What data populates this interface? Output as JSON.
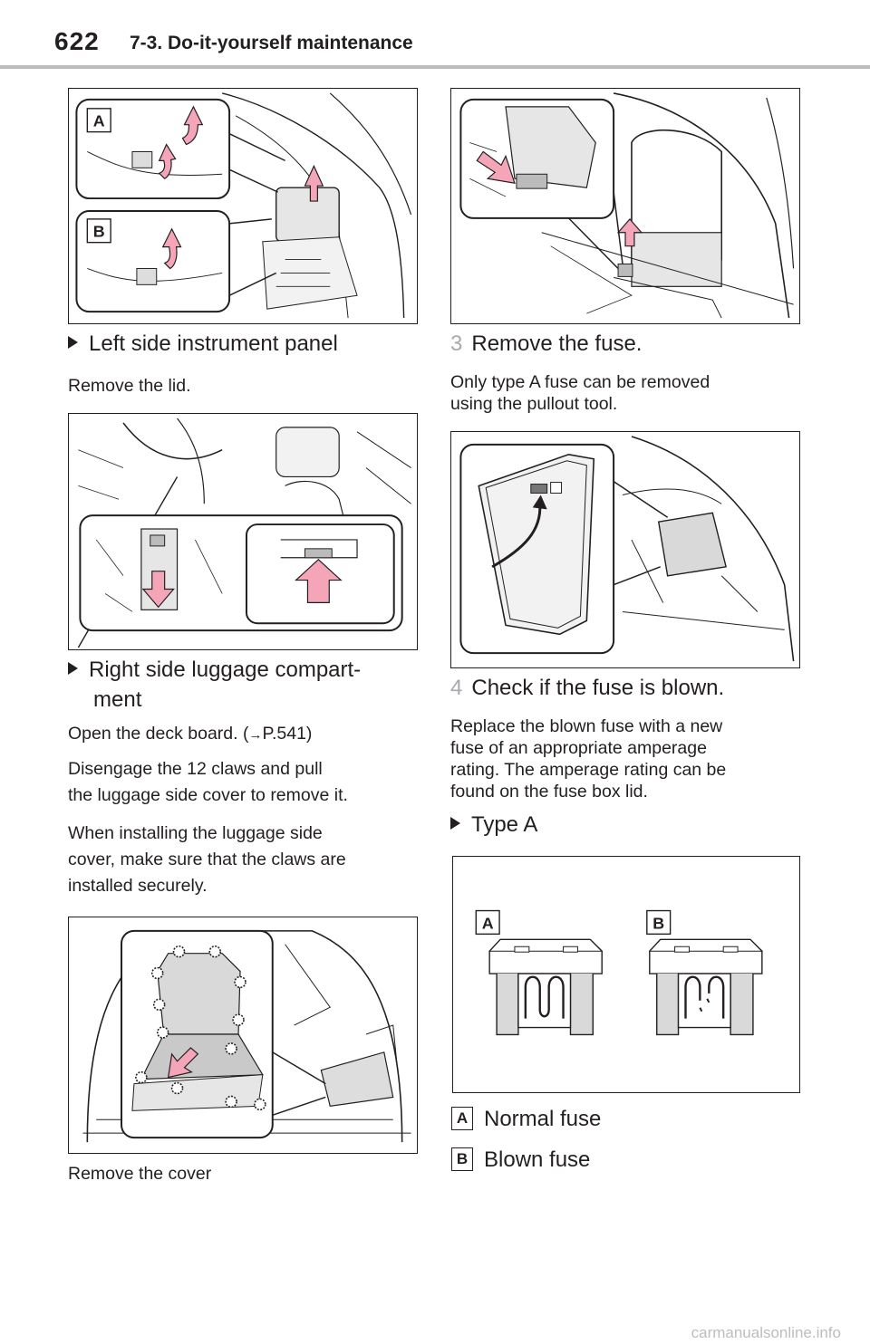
{
  "header": {
    "page_number": "622",
    "section_title": "7-3. Do-it-yourself maintenance"
  },
  "left_column": {
    "fig1": {
      "callouts": [
        "A",
        "B"
      ]
    },
    "heading_left_panel": "Left side instrument panel",
    "remove_lid": "Remove the lid.",
    "heading_luggage_line1": "Right side luggage compart-",
    "heading_luggage_line2": "ment",
    "open_deck_prefix": "Open the deck board. (",
    "open_deck_ref": "P.541)",
    "disengage_line1": "Disengage the 12 claws and pull",
    "disengage_line2": "the luggage side cover to remove it.",
    "install_line1": "When installing the luggage side",
    "install_line2": "cover, make sure that the claws are",
    "install_line3": "installed securely.",
    "caption_cover": "Remove the cover"
  },
  "right_column": {
    "step3_num": "3",
    "step3_text": "Remove the fuse.",
    "step3_note_line1": "Only type A fuse can be removed",
    "step3_note_line2": "using the pullout tool.",
    "step4_num": "4",
    "step4_text": "Check if the fuse is blown.",
    "step4_note_line1": "Replace the blown fuse with a new",
    "step4_note_line2": "fuse of an appropriate amperage",
    "step4_note_line3": "rating. The amperage rating can be",
    "step4_note_line4": "found on the fuse box lid.",
    "heading_type_a": "Type A",
    "fuse_figure": {
      "label_a": "A",
      "label_b": "B"
    },
    "legend": [
      {
        "key": "A",
        "text": "Normal fuse"
      },
      {
        "key": "B",
        "text": "Blown fuse"
      }
    ]
  },
  "footer": {
    "watermark": "carmanualsonline.info"
  },
  "colors": {
    "arrow_pink": "#f4a6b8",
    "line": "#231f20",
    "rule": "#bcbcbc",
    "step_number": "#a7a9ac"
  }
}
